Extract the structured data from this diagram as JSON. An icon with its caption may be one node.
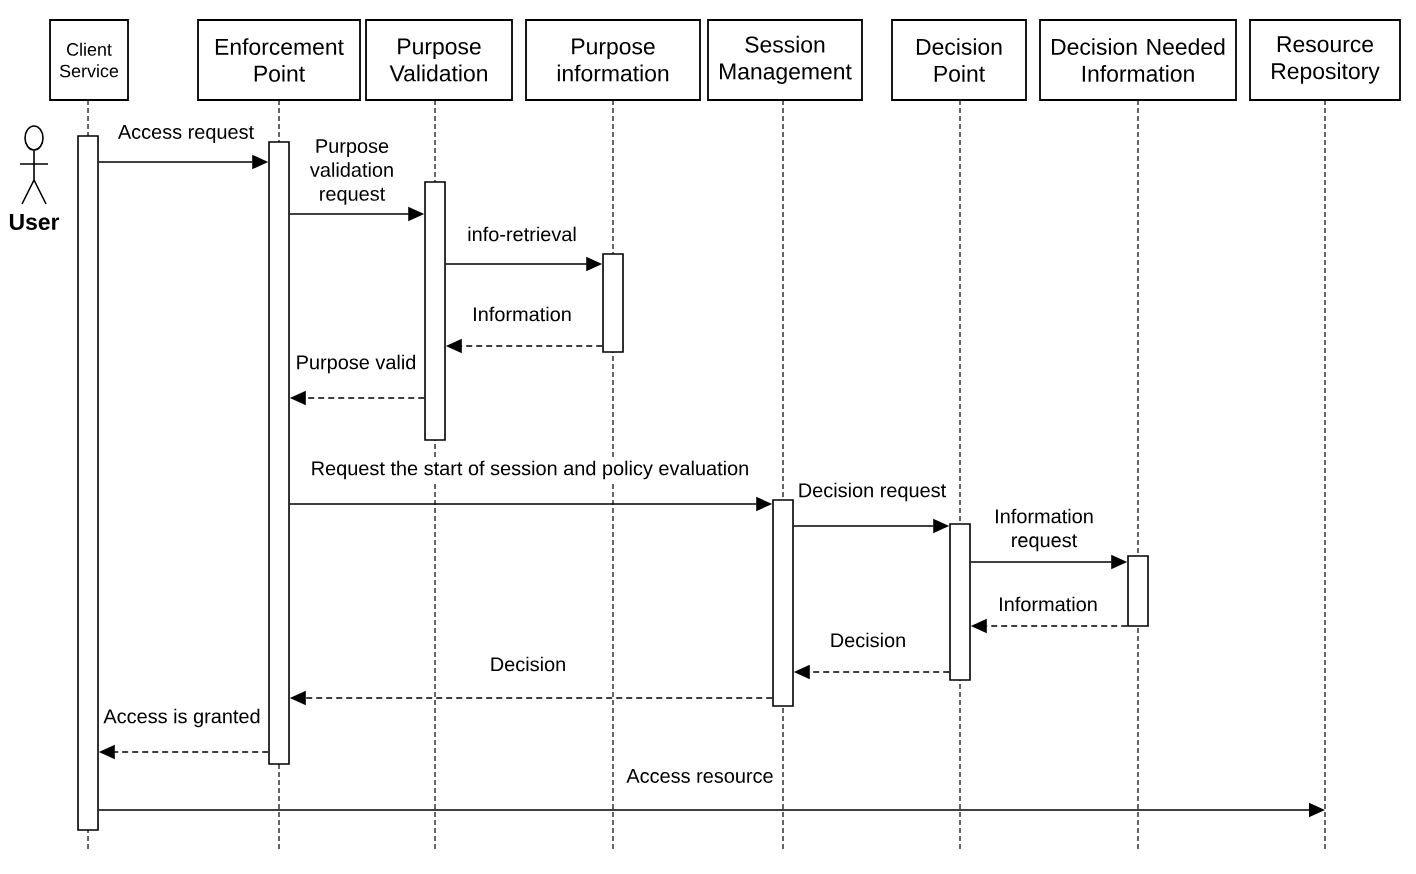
{
  "diagram": {
    "nodes": [
      {
        "text": [
          "Client Service"
        ]
      },
      {
        "text": [
          "Enforcement Point"
        ]
      },
      {
        "text": [
          "Purpose Validation"
        ]
      },
      {
        "text": [
          "Purpose information"
        ]
      },
      {
        "text": [
          "Session Management"
        ]
      },
      {
        "text": [
          "Decision Point"
        ]
      },
      {
        "text": [
          "Decision Needed Information"
        ]
      },
      {
        "text": [
          "Resource Repository"
        ]
      },
      {
        "text": [
          "User"
        ]
      },
      {
        "text": [],
        "shape": "bar"
      },
      {
        "text": [],
        "shape": "bar"
      },
      {
        "text": [],
        "shape": "bar"
      },
      {
        "text": [],
        "shape": "bar"
      },
      {
        "text": [],
        "shape": "bar"
      },
      {
        "text": [],
        "shape": "bar"
      },
      {
        "text": [],
        "shape": "bar"
      }
    ],
    "edges": [
      {
        "from": 9,
        "to": 10,
        "arrow": "to",
        "label": "Access request"
      },
      {
        "from": 10,
        "to": 11,
        "arrow": "to",
        "label": "Purpose validation request"
      },
      {
        "from": 11,
        "to": 12,
        "arrow": "to",
        "label": "info-retrieval"
      },
      {
        "from": 12,
        "to": 11,
        "arrow": "to",
        "label": "Information",
        "style": "dashed"
      },
      {
        "from": 11,
        "to": 10,
        "arrow": "to",
        "label": "Purpose valid",
        "style": "dashed"
      },
      {
        "from": 10,
        "to": 13,
        "arrow": "to",
        "label": "Request the start of session and policy evaluation"
      },
      {
        "from": 13,
        "to": 14,
        "arrow": "to",
        "label": "Decision request"
      },
      {
        "from": 14,
        "to": 15,
        "arrow": "to",
        "label": "Information request"
      },
      {
        "from": 15,
        "to": 14,
        "arrow": "to",
        "label": "Information",
        "style": "dashed"
      },
      {
        "from": 14,
        "to": 13,
        "arrow": "to",
        "label": "Decision",
        "style": "dashed"
      },
      {
        "from": 13,
        "to": 10,
        "arrow": "to",
        "label": "Decision",
        "style": "dashed"
      },
      {
        "from": 10,
        "to": 9,
        "arrow": "to",
        "label": "Access is granted",
        "style": "dashed"
      },
      {
        "from": 9,
        "to": 7,
        "arrow": "to",
        "label": "Access resource"
      }
    ]
  }
}
